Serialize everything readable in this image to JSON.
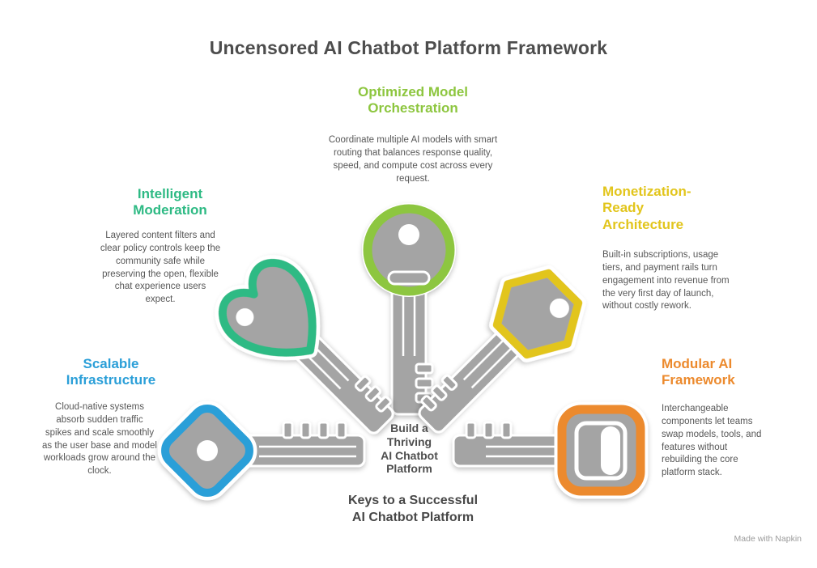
{
  "title": "Uncensored AI Chatbot Platform Framework",
  "attribution": "Made with Napkin",
  "colors": {
    "lime": "#8dc63f",
    "teal": "#2eba84",
    "yellow": "#e2c51c",
    "blue": "#2b9fd8",
    "orange": "#ec8a2d",
    "key_gray": "#a4a4a4",
    "title_gray": "#4d4d4d",
    "body_gray": "#575757"
  },
  "sections": {
    "orchestration": {
      "heading": "Optimized Model\nOrchestration",
      "body": "Coordinate multiple AI models with smart routing that balances response quality, speed, and compute cost across every request."
    },
    "moderation": {
      "heading": "Intelligent\nModeration",
      "body": "Layered content filters and clear policy controls keep the community safe while preserving the open, flexible chat experience users expect."
    },
    "monetization": {
      "heading": "Monetization-\nReady\nArchitecture",
      "body": "Built-in subscriptions, usage tiers, and payment rails turn engagement into revenue from the very first day of launch, without costly rework."
    },
    "scalable": {
      "heading": "Scalable\nInfrastructure",
      "body": "Cloud-native systems absorb sudden traffic spikes and scale smoothly as the user base and model workloads grow around the clock."
    },
    "modular": {
      "heading": "Modular AI\nFramework",
      "body": "Interchangeable components let teams swap models, tools, and features without rebuilding the core platform stack."
    }
  },
  "center": {
    "lines": "Build a\nThriving\nAI Chatbot\nPlatform",
    "caption": "Keys to a Successful\nAI Chatbot Platform"
  }
}
